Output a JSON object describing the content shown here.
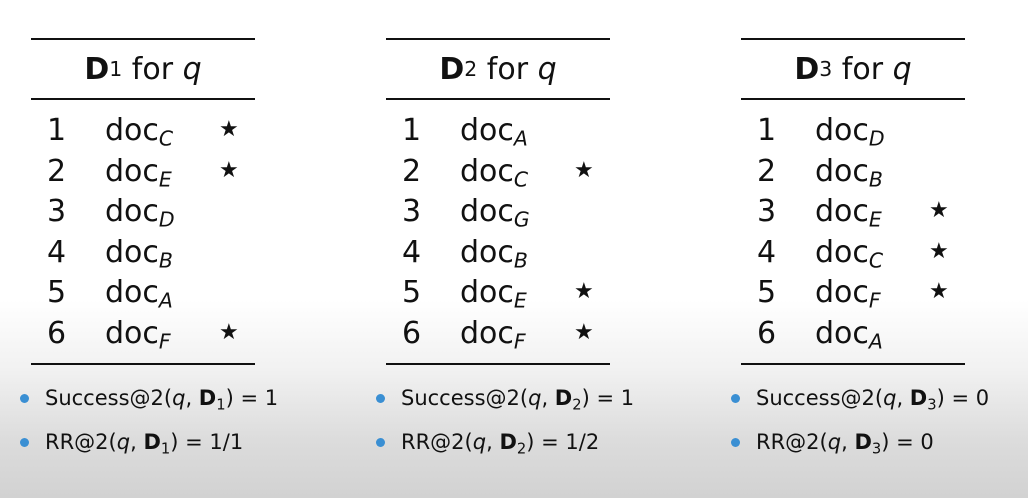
{
  "panels": [
    {
      "set": "D",
      "sub": "1",
      "for": "for",
      "q": "q",
      "rows": [
        {
          "rank": "1",
          "doc": "doc",
          "id": "C",
          "star": "★"
        },
        {
          "rank": "2",
          "doc": "doc",
          "id": "E",
          "star": "★"
        },
        {
          "rank": "3",
          "doc": "doc",
          "id": "D",
          "star": ""
        },
        {
          "rank": "4",
          "doc": "doc",
          "id": "B",
          "star": ""
        },
        {
          "rank": "5",
          "doc": "doc",
          "id": "A",
          "star": ""
        },
        {
          "rank": "6",
          "doc": "doc",
          "id": "F",
          "star": "★"
        }
      ],
      "bullets": [
        {
          "metric": "Success@2(",
          "q": "q",
          "sep": ", ",
          "set": "D",
          "sub": "1",
          "result": ") = 1"
        },
        {
          "metric": "RR@2(",
          "q": "q",
          "sep": ", ",
          "set": "D",
          "sub": "1",
          "result": ") = 1/1"
        }
      ]
    },
    {
      "set": "D",
      "sub": "2",
      "for": "for",
      "q": "q",
      "rows": [
        {
          "rank": "1",
          "doc": "doc",
          "id": "A",
          "star": ""
        },
        {
          "rank": "2",
          "doc": "doc",
          "id": "C",
          "star": "★"
        },
        {
          "rank": "3",
          "doc": "doc",
          "id": "G",
          "star": ""
        },
        {
          "rank": "4",
          "doc": "doc",
          "id": "B",
          "star": ""
        },
        {
          "rank": "5",
          "doc": "doc",
          "id": "E",
          "star": "★"
        },
        {
          "rank": "6",
          "doc": "doc",
          "id": "F",
          "star": "★"
        }
      ],
      "bullets": [
        {
          "metric": "Success@2(",
          "q": "q",
          "sep": ", ",
          "set": "D",
          "sub": "2",
          "result": ") = 1"
        },
        {
          "metric": "RR@2(",
          "q": "q",
          "sep": ", ",
          "set": "D",
          "sub": "2",
          "result": ") = 1/2"
        }
      ]
    },
    {
      "set": "D",
      "sub": "3",
      "for": "for",
      "q": "q",
      "rows": [
        {
          "rank": "1",
          "doc": "doc",
          "id": "D",
          "star": ""
        },
        {
          "rank": "2",
          "doc": "doc",
          "id": "B",
          "star": ""
        },
        {
          "rank": "3",
          "doc": "doc",
          "id": "E",
          "star": "★"
        },
        {
          "rank": "4",
          "doc": "doc",
          "id": "C",
          "star": "★"
        },
        {
          "rank": "5",
          "doc": "doc",
          "id": "F",
          "star": "★"
        },
        {
          "rank": "6",
          "doc": "doc",
          "id": "A",
          "star": ""
        }
      ],
      "bullets": [
        {
          "metric": "Success@2(",
          "q": "q",
          "sep": ", ",
          "set": "D",
          "sub": "3",
          "result": ") = 0"
        },
        {
          "metric": "RR@2(",
          "q": "q",
          "sep": ", ",
          "set": "D",
          "sub": "3",
          "result": ") = 0"
        }
      ]
    }
  ],
  "colors": {
    "bullet": "#3a8fd3",
    "text": "#111111"
  }
}
